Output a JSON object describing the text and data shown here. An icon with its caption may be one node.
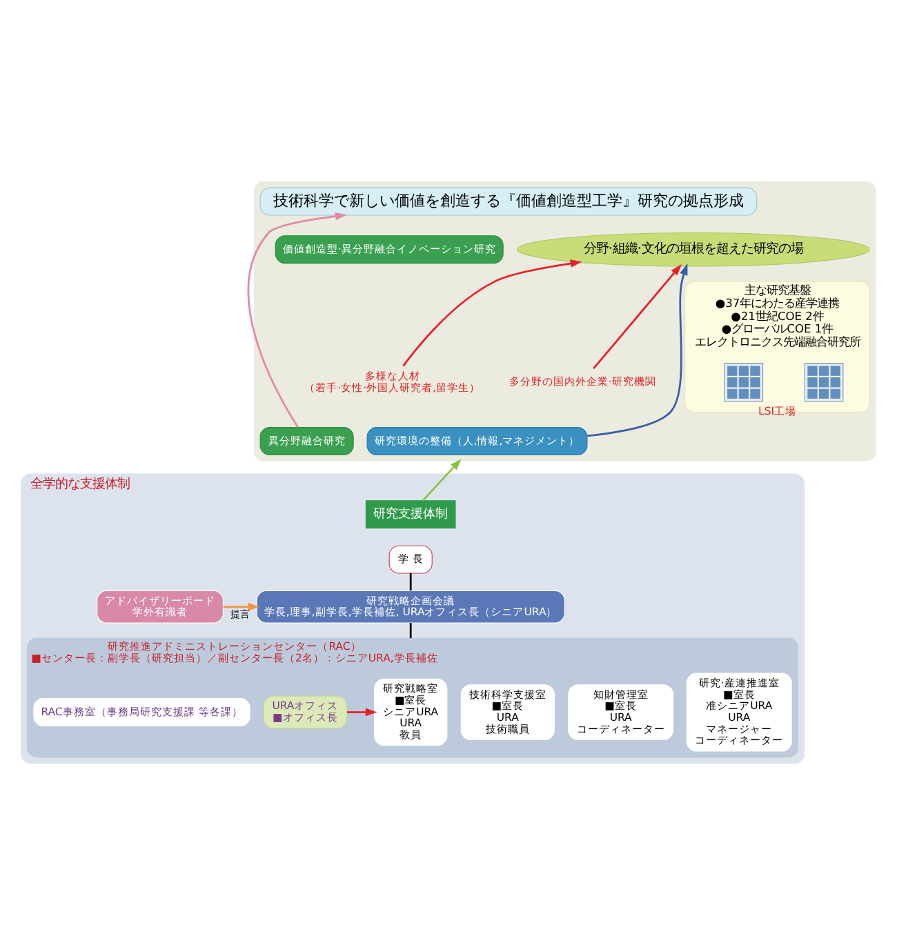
{
  "diagram": {
    "nodes": [
      {
        "text": [],
        "shape": "box"
      },
      {
        "text": [
          "技術科学で新しい価値を創造する『価値創造型工学』研究の拠点形成"
        ],
        "in": 0
      },
      {
        "text": [
          "主な研究基盤",
          "●37年にわたる産学連携",
          "●21世紀COE 2件",
          "●グローバルCOE 1件",
          "エレクトロニクス先端融合研究所"
        ],
        "in": 0
      },
      {
        "text": [],
        "shape": "picture",
        "in": 2,
        "beside": [
          "LSI工場"
        ]
      },
      {
        "text": [],
        "shape": "picture",
        "in": 2
      },
      {
        "text": [
          "異分野融合研究"
        ],
        "in": 0
      },
      {
        "text": [
          "価値創造型·異分野融合イノベーション研究"
        ],
        "in": 0
      },
      {
        "text": [
          "分野·組織·文化の垣根を超えた研究の場"
        ],
        "in": 0
      },
      {
        "text": [
          "多分野の国内外企業·研究機関"
        ],
        "in": 0
      },
      {
        "text": [
          "多様な人材",
          "（若手·女性·外国人研究者,留学生）"
        ],
        "in": 0
      },
      {
        "text": [
          "研究環境の整備（人,情報,マネジメント）"
        ],
        "in": 0
      },
      {
        "text": [
          "全学的な支援体制"
        ]
      },
      {
        "text": [
          "研究支援体制"
        ],
        "in": 11
      },
      {
        "text": [
          "学 長"
        ],
        "in": 11
      },
      {
        "text": [
          "研究戦略企画会議",
          "学長,理事,副学長,学長補佐, URAオフィス長（シニアURA）"
        ],
        "in": 11
      },
      {
        "text": [
          "アドバイザリーボード",
          "学外有識者"
        ],
        "in": 11
      },
      {
        "text": [
          "研究推進アドミニストレーションセンター（RAC）",
          "■センター長：副学長（研究担当）／副センター長（2名）：シニアURA,学長補佐"
        ],
        "in": 11
      },
      {
        "text": [
          "研究戦略室",
          "■室長",
          "シニアURA",
          "URA",
          "教員"
        ],
        "in": 16
      },
      {
        "text": [
          "研究·産連推進室",
          "■室長",
          "准シニアURA",
          "URA",
          "マネージャー",
          "コーディネーター"
        ],
        "in": 16
      },
      {
        "text": [
          "知財管理室",
          "■室長",
          "URA",
          "コーディネーター"
        ],
        "in": 16
      },
      {
        "text": [
          "技術科学支援室",
          "■室長",
          "URA",
          "技術職員"
        ],
        "in": 16
      },
      {
        "text": [
          "URAオフィス",
          "■オフィス長"
        ],
        "in": 16
      },
      {
        "text": [
          "RAC事務室（事務局研究支援課 等各課）"
        ],
        "in": 16
      }
    ],
    "edges": [
      {
        "from": 5,
        "to": 1,
        "arrow": "to",
        "color": "#e08aaa"
      },
      {
        "from": 8,
        "to": 7,
        "arrow": "to",
        "color": "#e8202a"
      },
      {
        "from": 9,
        "to": 7,
        "arrow": "to",
        "color": "#e8202a"
      },
      {
        "from": 10,
        "to": 7,
        "arrow": "to",
        "color": "#3a5fa8"
      },
      {
        "from": 12,
        "to": 0,
        "arrow": "to",
        "color": "#8cc04a"
      },
      {
        "from": 14,
        "to": 13,
        "arrow": "none",
        "color": "#000000"
      },
      {
        "from": 15,
        "to": 14,
        "arrow": "to",
        "label": "提言",
        "color": "#f0963c"
      },
      {
        "from": 16,
        "to": 14,
        "arrow": "none",
        "color": "#000000"
      },
      {
        "from": 21,
        "to": 17,
        "arrow": "to",
        "color": "#e8202a"
      }
    ]
  }
}
